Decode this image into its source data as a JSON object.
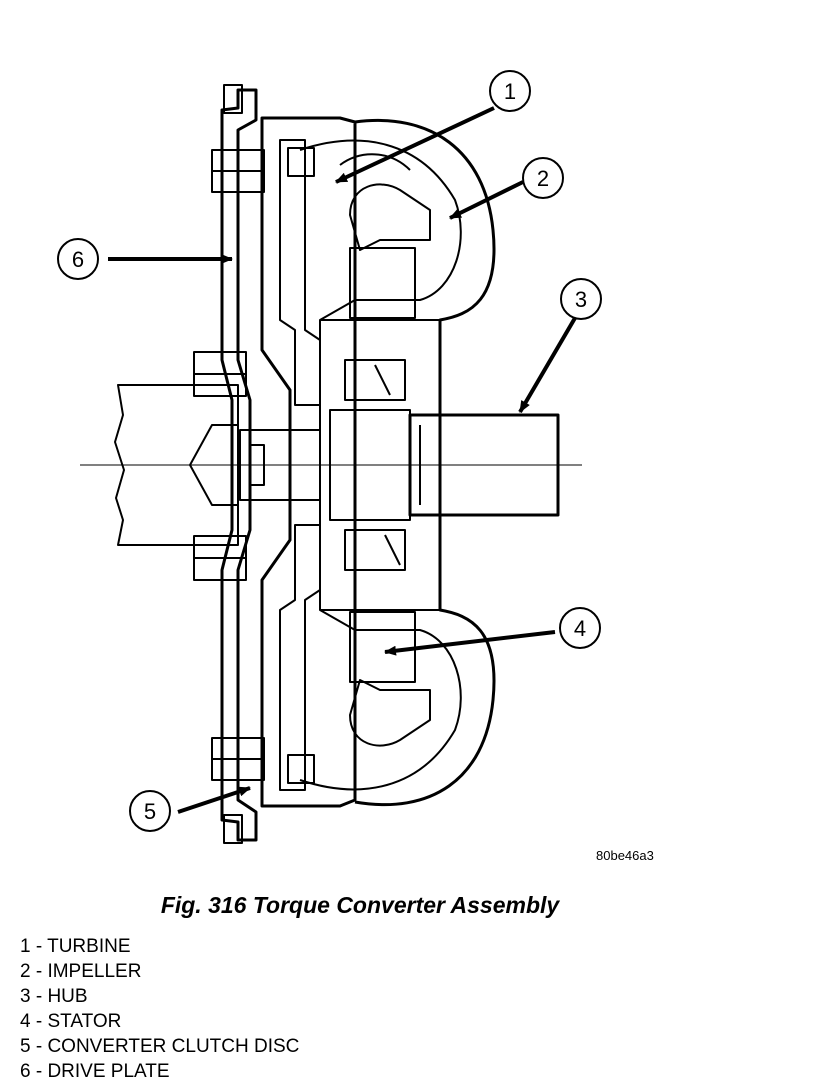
{
  "figure": {
    "ref_code": "80be46a3",
    "caption": "Fig. 316 Torque Converter Assembly"
  },
  "callouts": [
    {
      "number": "1"
    },
    {
      "number": "2"
    },
    {
      "number": "3"
    },
    {
      "number": "4"
    },
    {
      "number": "5"
    },
    {
      "number": "6"
    }
  ],
  "legend": [
    {
      "text": "1 - TURBINE"
    },
    {
      "text": "2 - IMPELLER"
    },
    {
      "text": "3 - HUB"
    },
    {
      "text": "4 - STATOR"
    },
    {
      "text": "5 - CONVERTER CLUTCH DISC"
    },
    {
      "text": "6 - DRIVE PLATE"
    }
  ]
}
